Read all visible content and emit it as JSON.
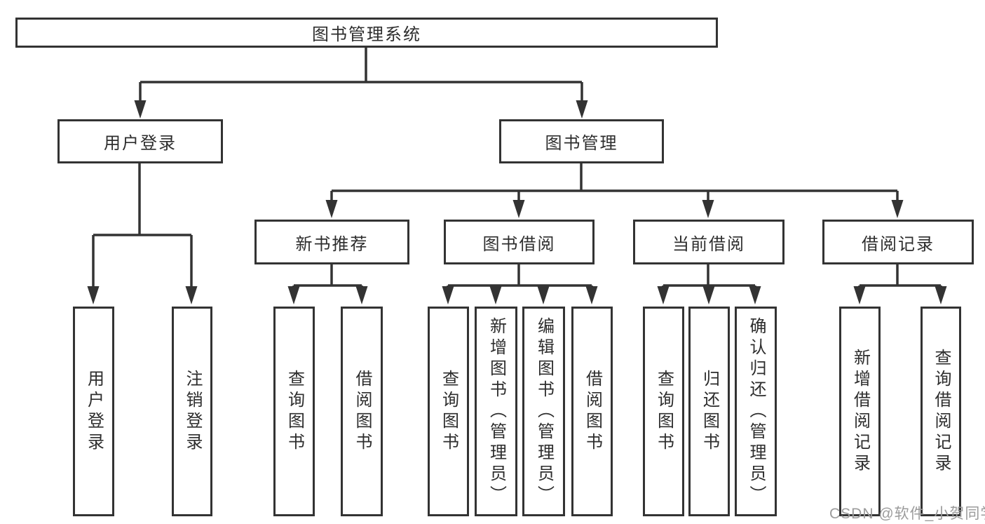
{
  "diagram": {
    "root": {
      "label": "图书管理系统"
    },
    "level2": {
      "user_login": {
        "label": "用户登录"
      },
      "book_management": {
        "label": "图书管理"
      }
    },
    "level3": {
      "new_book_recommend": {
        "label": "新书推荐"
      },
      "book_borrowing": {
        "label": "图书借阅"
      },
      "current_borrowing": {
        "label": "当前借阅"
      },
      "borrow_records": {
        "label": "借阅记录"
      }
    },
    "leaves": {
      "user_login": {
        "label": "用户登录"
      },
      "logout": {
        "label": "注销登录"
      },
      "newbooks_query_books": {
        "label": "查询图书"
      },
      "newbooks_borrow_books": {
        "label": "借阅图书"
      },
      "borrowing_query_books": {
        "label": "查询图书"
      },
      "borrowing_add_books": {
        "label": "新增图书（管理员）"
      },
      "borrowing_edit_books": {
        "label": "编辑图书（管理员）"
      },
      "borrowing_borrow_books": {
        "label": "借阅图书"
      },
      "current_query_books": {
        "label": "查询图书"
      },
      "current_return_books": {
        "label": "归还图书"
      },
      "current_confirm_return": {
        "label": "确认归还（管理员）"
      },
      "records_add_record": {
        "label": "新增借阅记录"
      },
      "records_query_record": {
        "label": "查询借阅记录"
      }
    }
  },
  "watermark": {
    "text": "CSDN @软件_小贺同学"
  },
  "colors": {
    "line": "#333333",
    "text": "#2d2d2d",
    "background": "#ffffff",
    "watermark": "#9b9b9b"
  }
}
